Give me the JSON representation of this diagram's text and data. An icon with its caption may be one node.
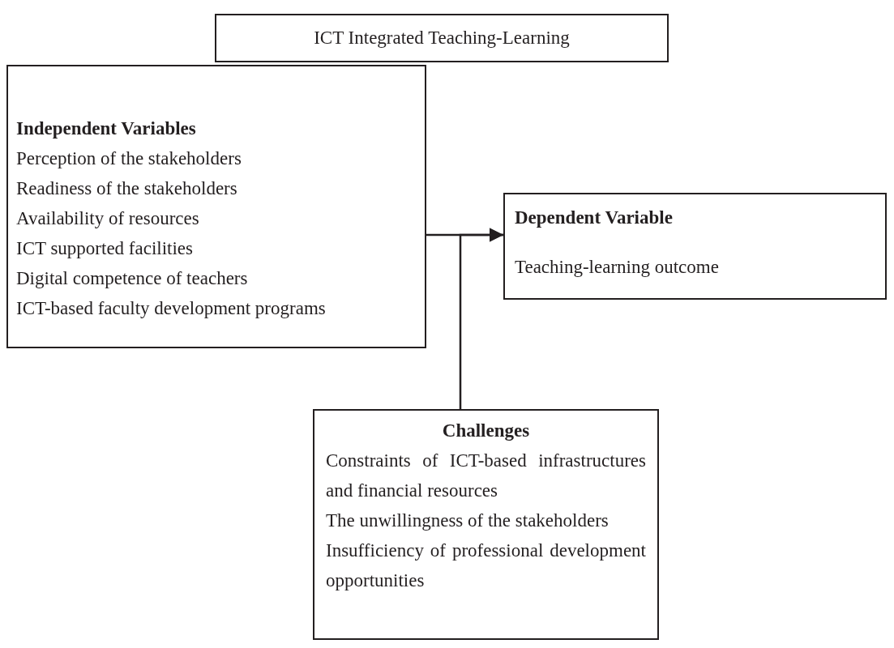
{
  "diagram": {
    "nodes": [
      {
        "text": [
          "ICT Integrated Teaching-Learning"
        ]
      },
      {
        "text": [
          "Independent Variables",
          "Perception of the stakeholders",
          "Readiness of the stakeholders",
          "Availability of resources",
          "ICT supported facilities",
          "Digital competence of teachers",
          "ICT-based faculty development programs"
        ]
      },
      {
        "text": [
          "Dependent Variable",
          "Teaching-learning outcome"
        ]
      },
      {
        "text": [
          "Challenges",
          "Constraints of ICT-based infrastructures and financial resources",
          "The unwillingness of the stakeholders",
          "Insufficiency of professional development opportunities"
        ]
      }
    ],
    "edges": [
      {
        "from": 1,
        "to": 2,
        "arrow": "to"
      },
      {
        "from": 3,
        "to": 2,
        "arrow": "to"
      }
    ]
  }
}
